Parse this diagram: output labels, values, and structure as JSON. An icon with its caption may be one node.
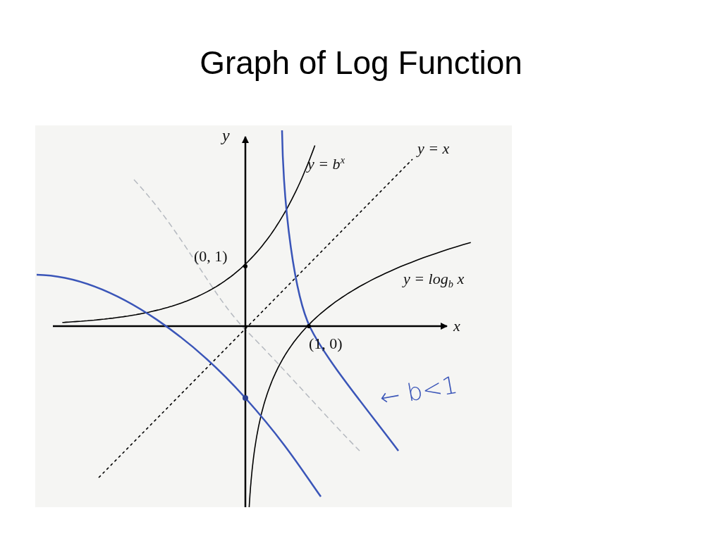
{
  "diagram": {
    "title": "Graph of Log Function",
    "labels": [
      "y",
      "y = b$^{x}$",
      "y = x",
      "(0, 1)",
      "y = log$_{b}$ x",
      "x",
      "(1, 0)",
      "← b<1"
    ]
  }
}
